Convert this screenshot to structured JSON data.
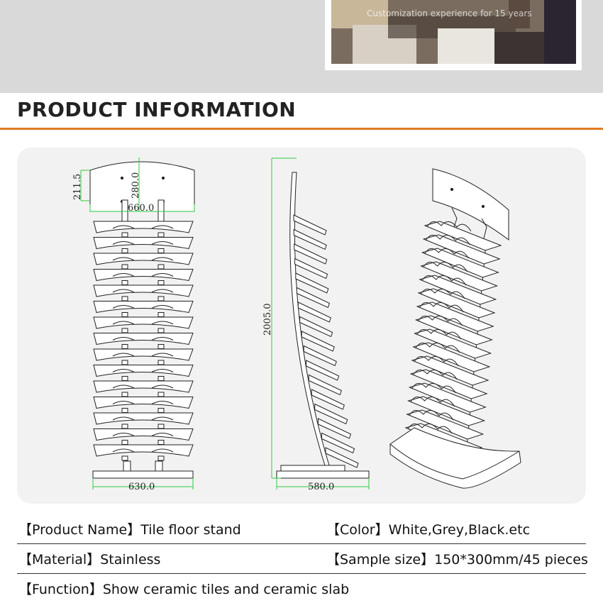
{
  "banner": {
    "caption": "Customization experience for 15 years"
  },
  "section": {
    "title": "PRODUCT INFORMATION",
    "accent_color": "#e07b22"
  },
  "drawing": {
    "front_view": {
      "dim_panel_height": "211.5",
      "dim_header_height": "280.0",
      "dim_header_width": "660.0",
      "dim_base_width": "630.0"
    },
    "side_view": {
      "dim_total_height": "2005.0",
      "dim_base_depth": "580.0"
    },
    "dimension_line_color": "#2ecc40"
  },
  "specs": {
    "product_name": "【Product Name】Tile floor stand",
    "color": "【Color】White,Grey,Black.etc",
    "material": "【Material】Stainless",
    "sample_size": "【Sample size】150*300mm/45 pieces",
    "function": "【Function】Show ceramic tiles and ceramic slab"
  }
}
